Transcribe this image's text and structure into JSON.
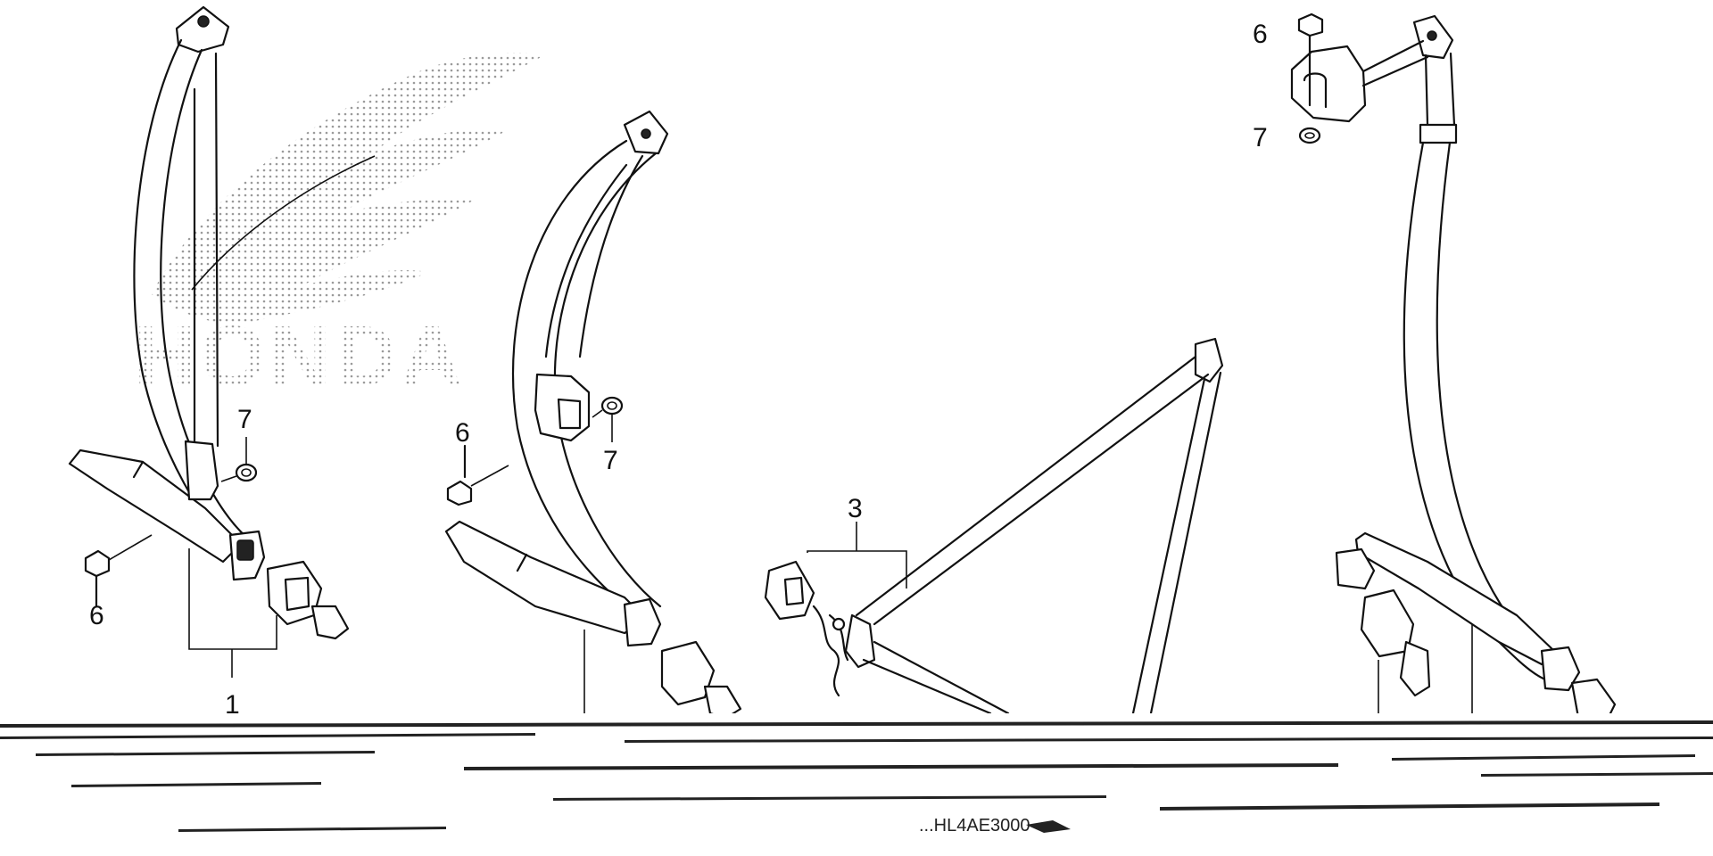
{
  "watermark": {
    "text": "HONDA",
    "icon": "honda-wing-logo"
  },
  "callouts": [
    {
      "id": "c1",
      "label": "1"
    },
    {
      "id": "c3",
      "label": "3"
    },
    {
      "id": "c6a",
      "label": "6"
    },
    {
      "id": "c6b",
      "label": "6"
    },
    {
      "id": "c6c",
      "label": "6"
    },
    {
      "id": "c7a",
      "label": "7"
    },
    {
      "id": "c7b",
      "label": "7"
    },
    {
      "id": "c7c",
      "label": "7"
    }
  ],
  "footer": {
    "diagram_code": "...HL4AE3000"
  },
  "colors": {
    "line": "#111111",
    "background": "#ffffff",
    "watermark": "#9a9a9a"
  }
}
